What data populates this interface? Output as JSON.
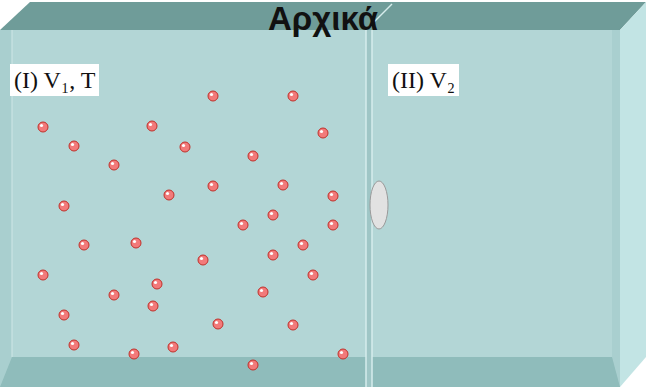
{
  "diagram": {
    "title": "Αρχικά",
    "nodes": [
      {
        "text": [
          "(I) V₁, T"
        ]
      },
      {
        "text": [
          "(II) V₂"
        ]
      }
    ]
  }
}
